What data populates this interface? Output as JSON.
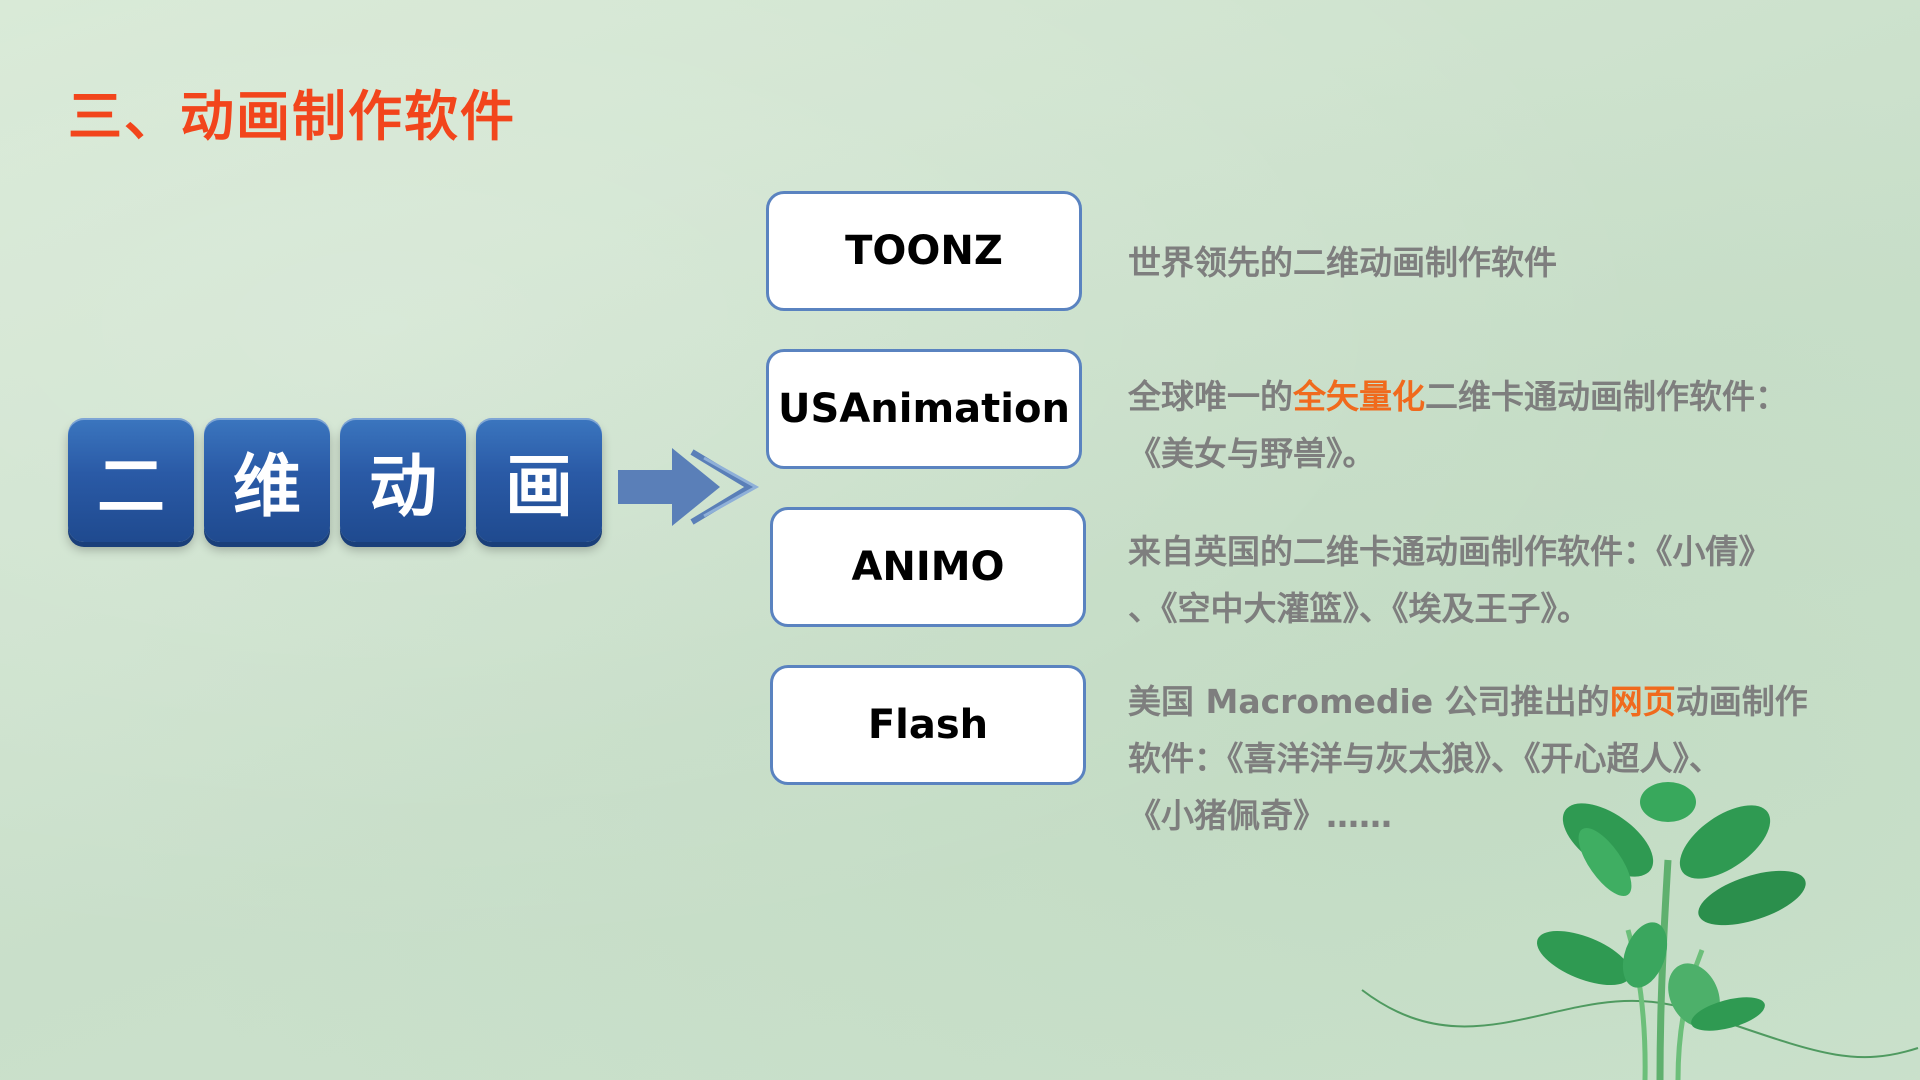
{
  "title": "三、动画制作软件",
  "blocks": [
    "二",
    "维",
    "动",
    "画"
  ],
  "software": [
    {
      "name": "TOONZ",
      "desc": "世界领先的二维动画制作软件"
    },
    {
      "name": "USAnimation",
      "desc_pre": "全球唯一的",
      "desc_hl": "全矢量化",
      "desc_post": "二维卡通动画制作软件：",
      "desc_line2": "《美女与野兽》。"
    },
    {
      "name": "ANIMO",
      "desc_line1": "来自英国的二维卡通动画制作软件：《小倩》",
      "desc_line2": "、《空中大灌篮》、《埃及王子》。"
    },
    {
      "name": "Flash",
      "desc_pre": "美国 Macromedie 公司推出的",
      "desc_hl": "网页",
      "desc_post": "动画制作",
      "desc_line2": "软件：《喜洋洋与灰太狼》、《开心超人》、",
      "desc_line3": "《小猪佩奇》……"
    }
  ],
  "colors": {
    "title": "#f2451c",
    "highlight": "#f06a1d",
    "block": "#2a5aa6",
    "box_border": "#5a83c0",
    "desc": "#7e7e7e"
  }
}
